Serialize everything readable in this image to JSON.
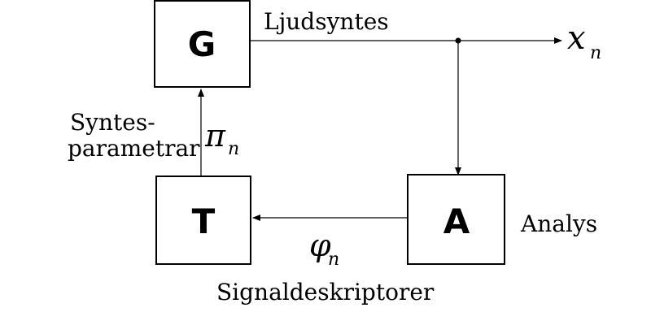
{
  "diagram": {
    "blocks": {
      "generator": "G",
      "transform": "T",
      "analysis": "A"
    },
    "labels": {
      "synthesis": "Ljudsyntes",
      "synth_params_line1": "Syntes-",
      "synth_params_line2": "parametrar",
      "analysis": "Analys",
      "descriptors": "Signaldeskriptorer"
    },
    "symbols": {
      "output": "x",
      "output_sub": "n",
      "params": "π",
      "params_sub": "n",
      "descriptors": "φ",
      "descriptors_sub": "n"
    }
  }
}
